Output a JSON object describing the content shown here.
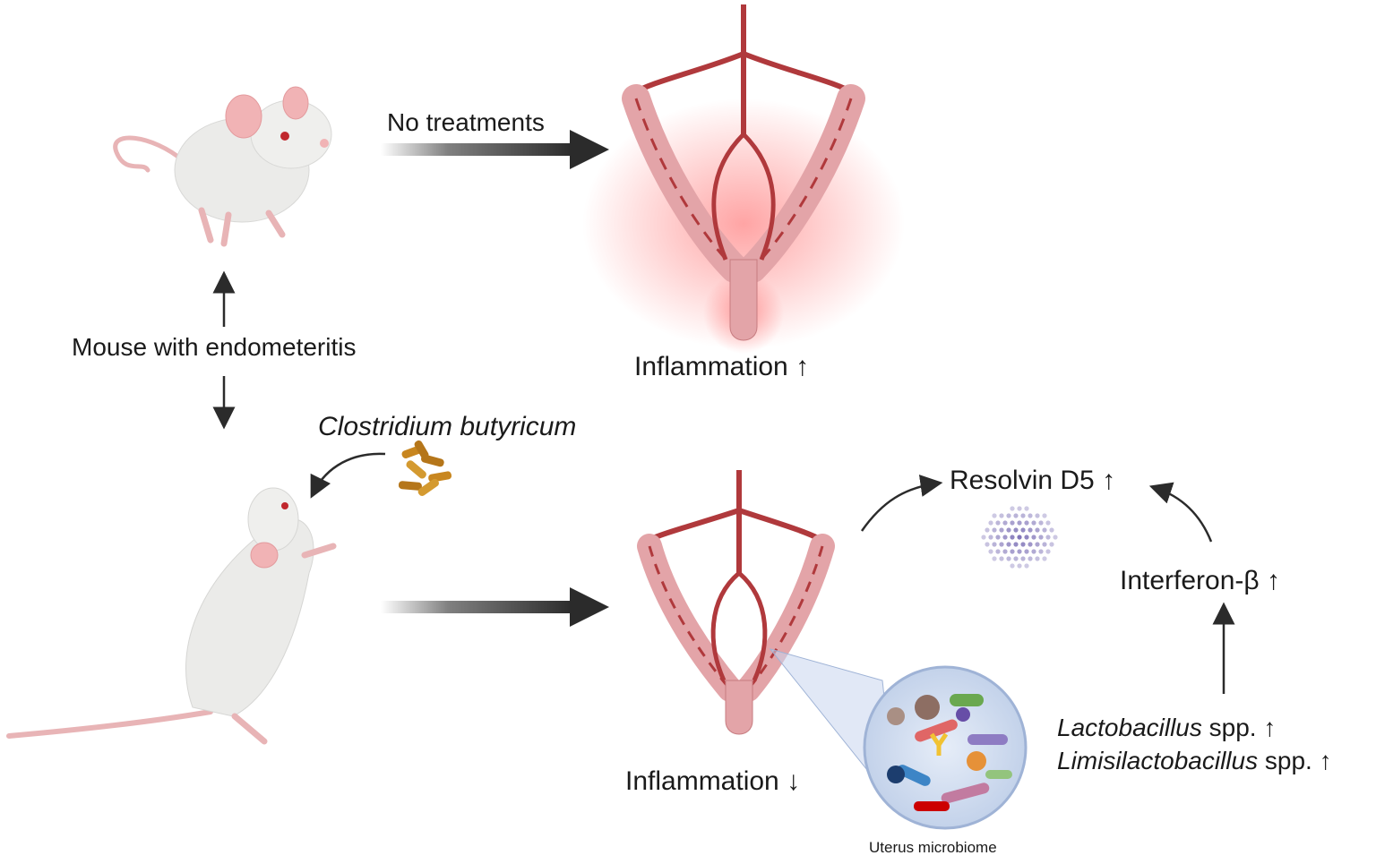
{
  "labels": {
    "no_treatments": "No treatments",
    "mouse_with_endometeritis": "Mouse with endometeritis",
    "inflammation_up": "Inflammation ↑",
    "inflammation_down": "Inflammation ↓",
    "clostridium": "Clostridium butyricum",
    "resolvin": "Resolvin D5 ↑",
    "interferon": "Interferon-β ↑",
    "lactobacillus_genus": "Lactobacillus",
    "lactobacillus_suffix": " spp. ↑",
    "limisilactobacillus_genus": "Limisilactobacillus",
    "limisilactobacillus_suffix": " spp. ↑",
    "uterus_microbiome": "Uterus microbiome"
  },
  "colors": {
    "vessel": "#b0393c",
    "uterus_tissue": "#e3a4a8",
    "inflamed_glow": "#ff5a5a",
    "mouse_body": "#ebebe9",
    "mouse_ear": "#f1b3b5",
    "bacteria": "#c8861f",
    "arrow_dark": "#2b2b2b",
    "resolvin_dots": "#7b6fb5",
    "microbiome_bg": "#c8d6ee"
  }
}
